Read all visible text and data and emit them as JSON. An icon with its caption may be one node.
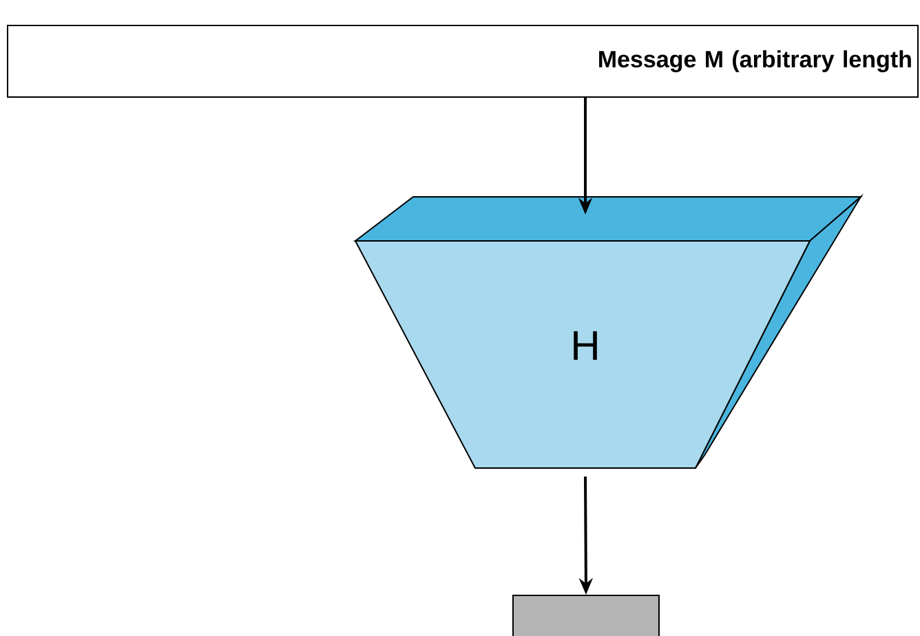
{
  "diagram": {
    "nodes": [
      {
        "text": [
          "Message M (arbitrary length"
        ]
      },
      {
        "text": [
          "H"
        ]
      },
      {
        "text": [],
        "shape": "box"
      }
    ],
    "edges": [
      {
        "from": 0,
        "to": 1,
        "arrow": "to"
      },
      {
        "from": 1,
        "to": 2,
        "arrow": "to"
      }
    ]
  }
}
